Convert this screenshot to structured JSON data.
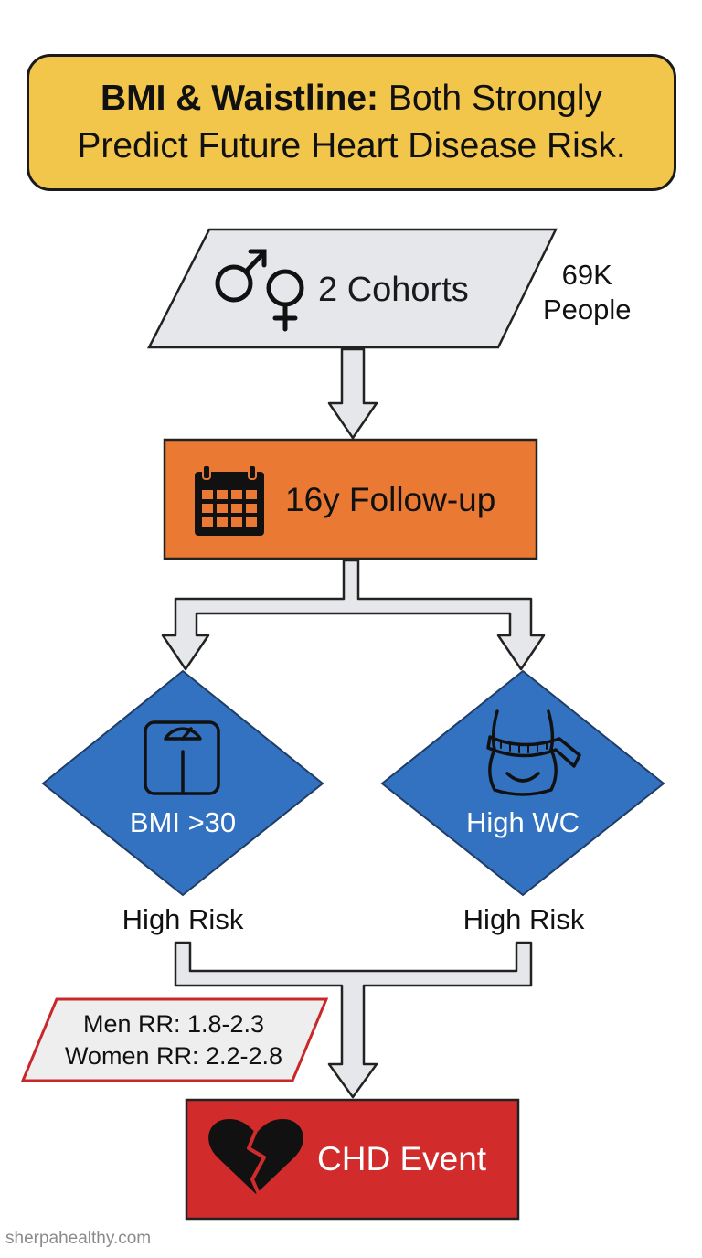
{
  "title": {
    "bold_part": "BMI & Waistline:",
    "rest_line1": " Both Strongly",
    "line2": "Predict Future Heart Disease Risk."
  },
  "cohorts": {
    "label": "2 Cohorts",
    "icon": "male-female-icon",
    "note_line1": "69K",
    "note_line2": "People"
  },
  "followup": {
    "label": "16y Follow-up",
    "icon": "calendar-icon"
  },
  "branches": [
    {
      "label": "BMI >30",
      "icon": "scale-icon",
      "outcome": "High Risk"
    },
    {
      "label": "High WC",
      "icon": "waist-tape-icon",
      "outcome": "High Risk"
    }
  ],
  "relative_risk": {
    "men": "Men RR: 1.8-2.3",
    "women": "Women RR: 2.2-2.8"
  },
  "event": {
    "label": "CHD Event",
    "icon": "broken-heart-icon"
  },
  "footer": "sherpahealthy.com",
  "colors": {
    "title_bg": "#f1c64a",
    "cohort_bg": "#e5e7ea",
    "followup_bg": "#ea7a33",
    "diamond_bg": "#3272c0",
    "event_bg": "#d22b2b",
    "rr_border": "#c8282a",
    "arrow_fill": "#e5e7ea"
  }
}
